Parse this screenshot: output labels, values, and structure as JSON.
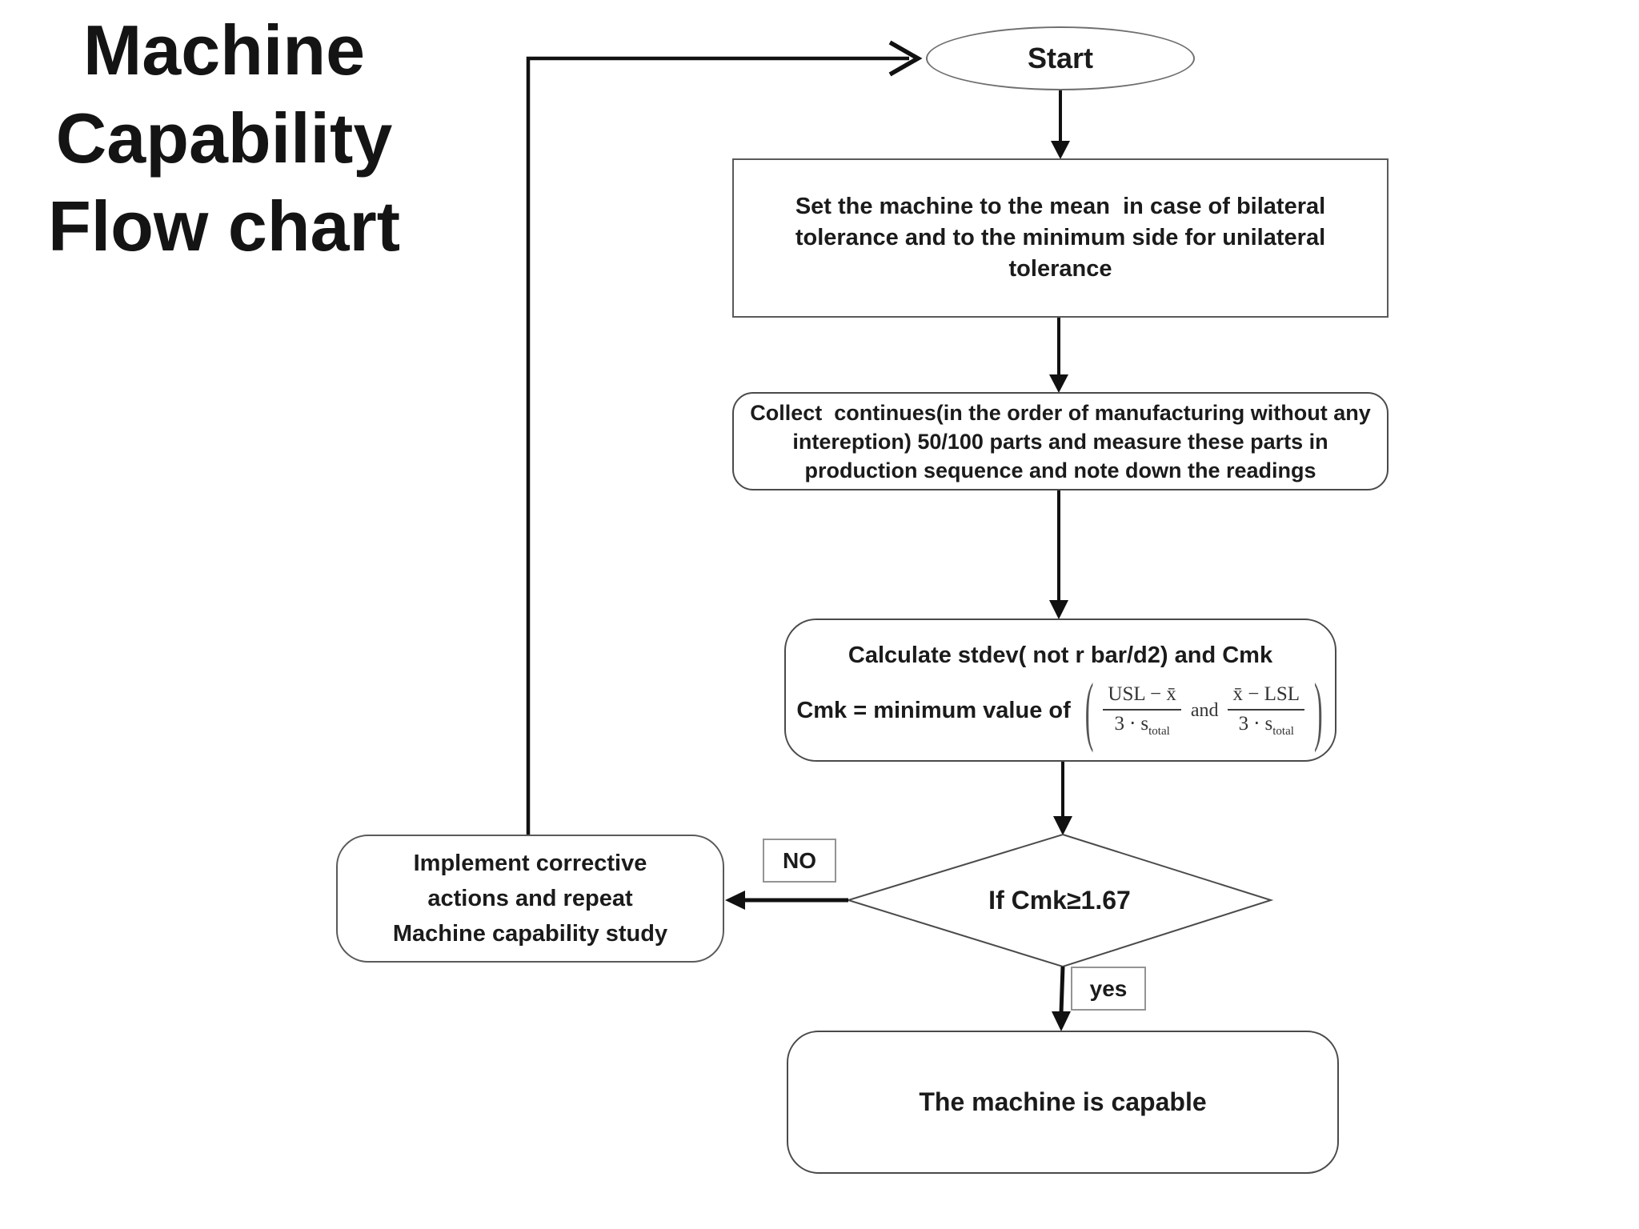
{
  "page": {
    "background": "#ffffff",
    "text_color": "#1b1b1b",
    "arrow_color": "#111111"
  },
  "title": {
    "text": "Machine\nCapability\nFlow chart"
  },
  "flowchart": {
    "start": {
      "label": "Start"
    },
    "set_machine": {
      "text": "Set the machine to the mean  in case of bilateral\ntolerance and to the minimum side for unilateral\ntolerance"
    },
    "collect": {
      "text": "Collect  continues(in the order of manufacturing without any\nintereption) 50/100 parts and measure these parts in\nproduction sequence and note down the readings"
    },
    "calculate": {
      "line1": "Calculate stdev( not r bar/d2) and Cmk",
      "line2_prefix": "Cmk = minimum value of",
      "formula": {
        "open_paren": "(",
        "fraction1": {
          "numerator": "USL − x̄",
          "denominator_base": "3 ⋅ s",
          "denominator_sub": "total"
        },
        "connector": "and",
        "fraction2": {
          "numerator": "x̄ − LSL",
          "denominator_base": "3 ⋅ s",
          "denominator_sub": "total"
        },
        "close_paren": ")"
      }
    },
    "decision": {
      "text": "If Cmk≥1.67"
    },
    "branch_labels": {
      "no": "NO",
      "yes": "yes"
    },
    "corrective": {
      "text": "Implement corrective\nactions and repeat\nMachine capability study"
    },
    "capable": {
      "text": "The machine is capable"
    }
  }
}
